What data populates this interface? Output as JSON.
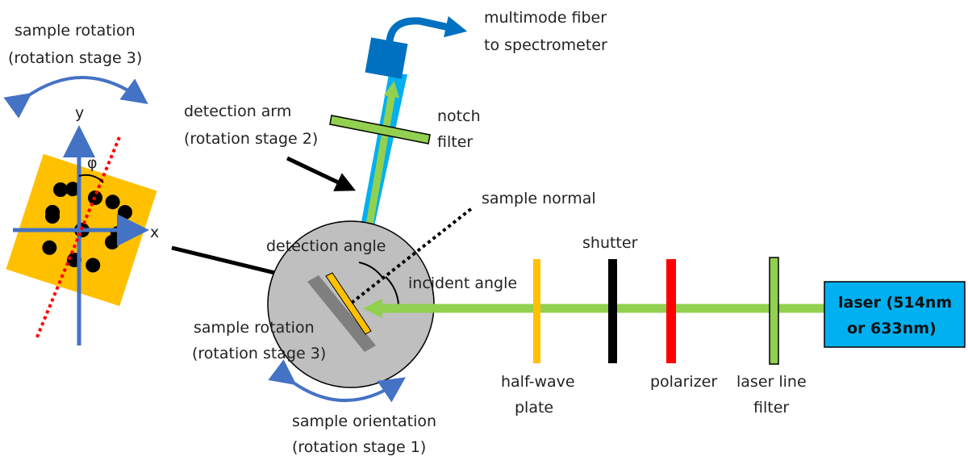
{
  "labels": {
    "sample_rotation_top": [
      "sample rotation",
      "(rotation stage 3)"
    ],
    "axis_y": "y",
    "axis_x": "x",
    "phi": "φ",
    "fiber": [
      "multimode fiber",
      "to spectrometer"
    ],
    "detection_arm": [
      "detection arm",
      "(rotation stage 2)"
    ],
    "notch_filter": [
      "notch",
      "filter"
    ],
    "sample_normal": "sample normal",
    "detection_angle": "detection angle",
    "incident_angle": "incident angle",
    "shutter": "shutter",
    "half_wave_plate": [
      "half-wave",
      "plate"
    ],
    "polarizer": "polarizer",
    "laser_line_filter": [
      "laser line",
      "filter"
    ],
    "laser": [
      "laser (514nm",
      "or 633nm)"
    ],
    "sample_rotation_bottom": [
      "sample rotation",
      "(rotation stage 3)"
    ],
    "sample_orientation": [
      "sample orientation",
      "(rotation stage 1)"
    ]
  },
  "colors": {
    "beam": "#92d050",
    "fiber": "#0070c0",
    "detection_arm": "#00b0f0",
    "laser_box": "#00b0f0",
    "sample_square": "#ffc000",
    "half_wave_plate": "#ffc000",
    "shutter": "#000000",
    "polarizer": "#ff0000",
    "stage_disc": "#bfbfbf",
    "rotation_arrows": "#4472c4",
    "red_dotted_line": "#ff0000"
  }
}
